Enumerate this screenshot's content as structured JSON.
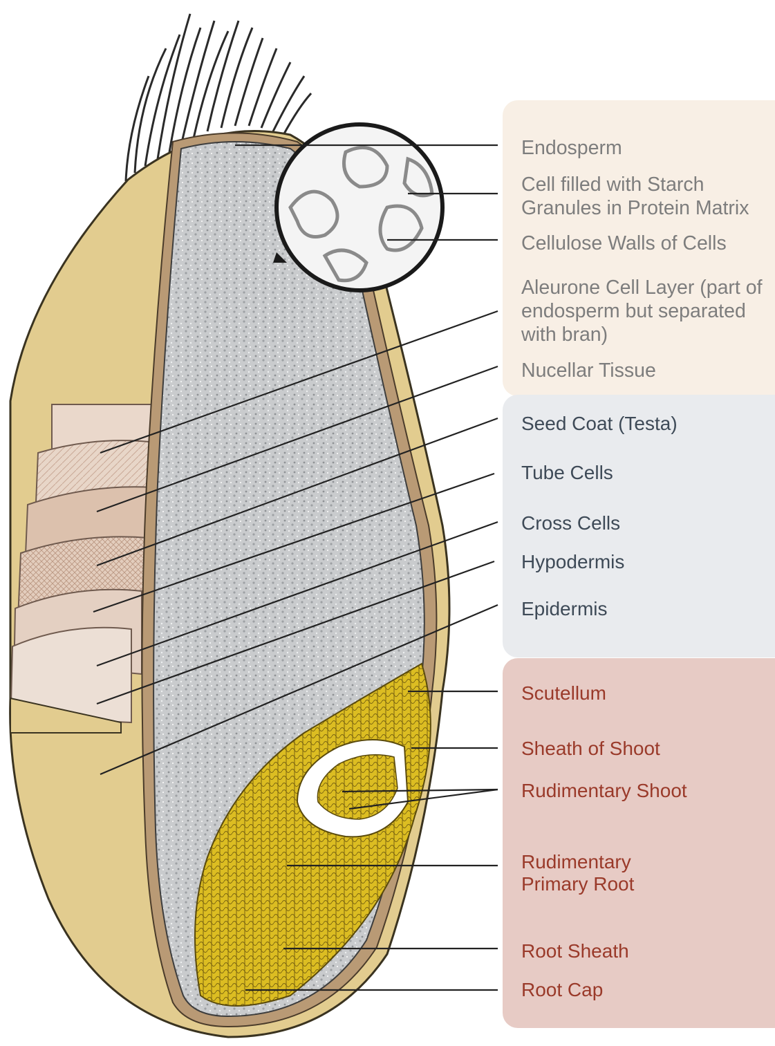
{
  "groups": {
    "endosperm": {
      "labels": [
        "Endosperm",
        "Cell filled with Starch\nGranules in Protein Matrix",
        "Cellulose Walls of Cells",
        "Aleurone Cell Layer (part of\nendosperm but separated\nwith bran)",
        "Nucellar Tissue"
      ],
      "color": "#f8efe5"
    },
    "bran": {
      "labels": [
        "Seed Coat (Testa)",
        "Tube Cells",
        "Cross Cells",
        "Hypodermis",
        "Epidermis"
      ],
      "color": "#e9ebee"
    },
    "germ": {
      "labels": [
        "Scutellum",
        "Sheath of Shoot",
        "Rudimentary Shoot",
        "Rudimentary\nPrimary Root",
        "Root Sheath",
        "Root Cap"
      ],
      "color": "#e7cbc5"
    }
  },
  "colors": {
    "husk": "#e2cc8f",
    "endosperm_fill": "#c9cbcd",
    "germ_fill": "#d9b924",
    "leader": "#222222"
  }
}
